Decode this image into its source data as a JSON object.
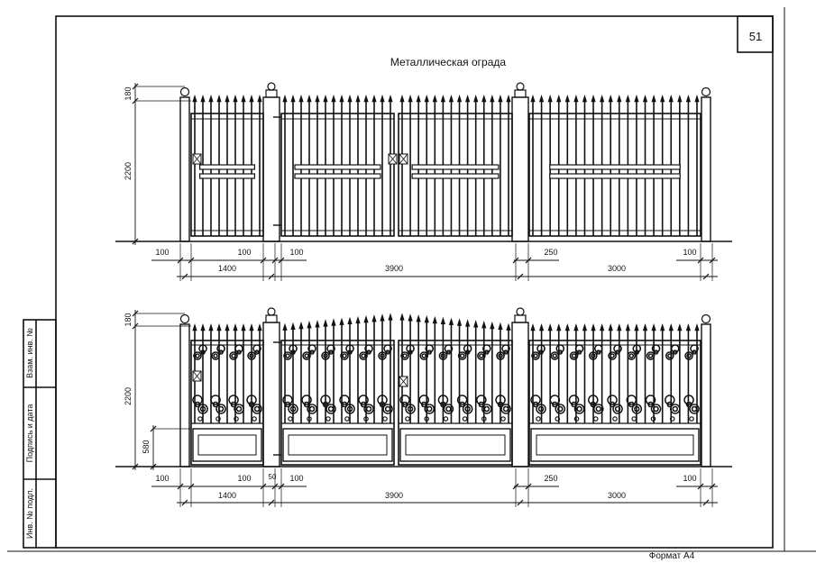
{
  "page_number": "51",
  "title": "Металлическая ограда",
  "format_label": "Формат А4",
  "side_labels": [
    "Взам. инв. №",
    "Подпись и дата",
    "Инв. № подл."
  ],
  "elevations": [
    {
      "style": "plain",
      "dims_vertical": [
        "180",
        "2200"
      ],
      "dims_row1": [
        "100",
        "100",
        "100",
        "250",
        "100"
      ],
      "dims_row2": [
        "1400",
        "3900",
        "3000"
      ]
    },
    {
      "style": "ornamental",
      "dims_vertical": [
        "180",
        "2200",
        "580"
      ],
      "dims_row1": [
        "100",
        "100",
        "50",
        "100",
        "250",
        "100"
      ],
      "dims_row2": [
        "1400",
        "3900",
        "3000"
      ]
    }
  ]
}
